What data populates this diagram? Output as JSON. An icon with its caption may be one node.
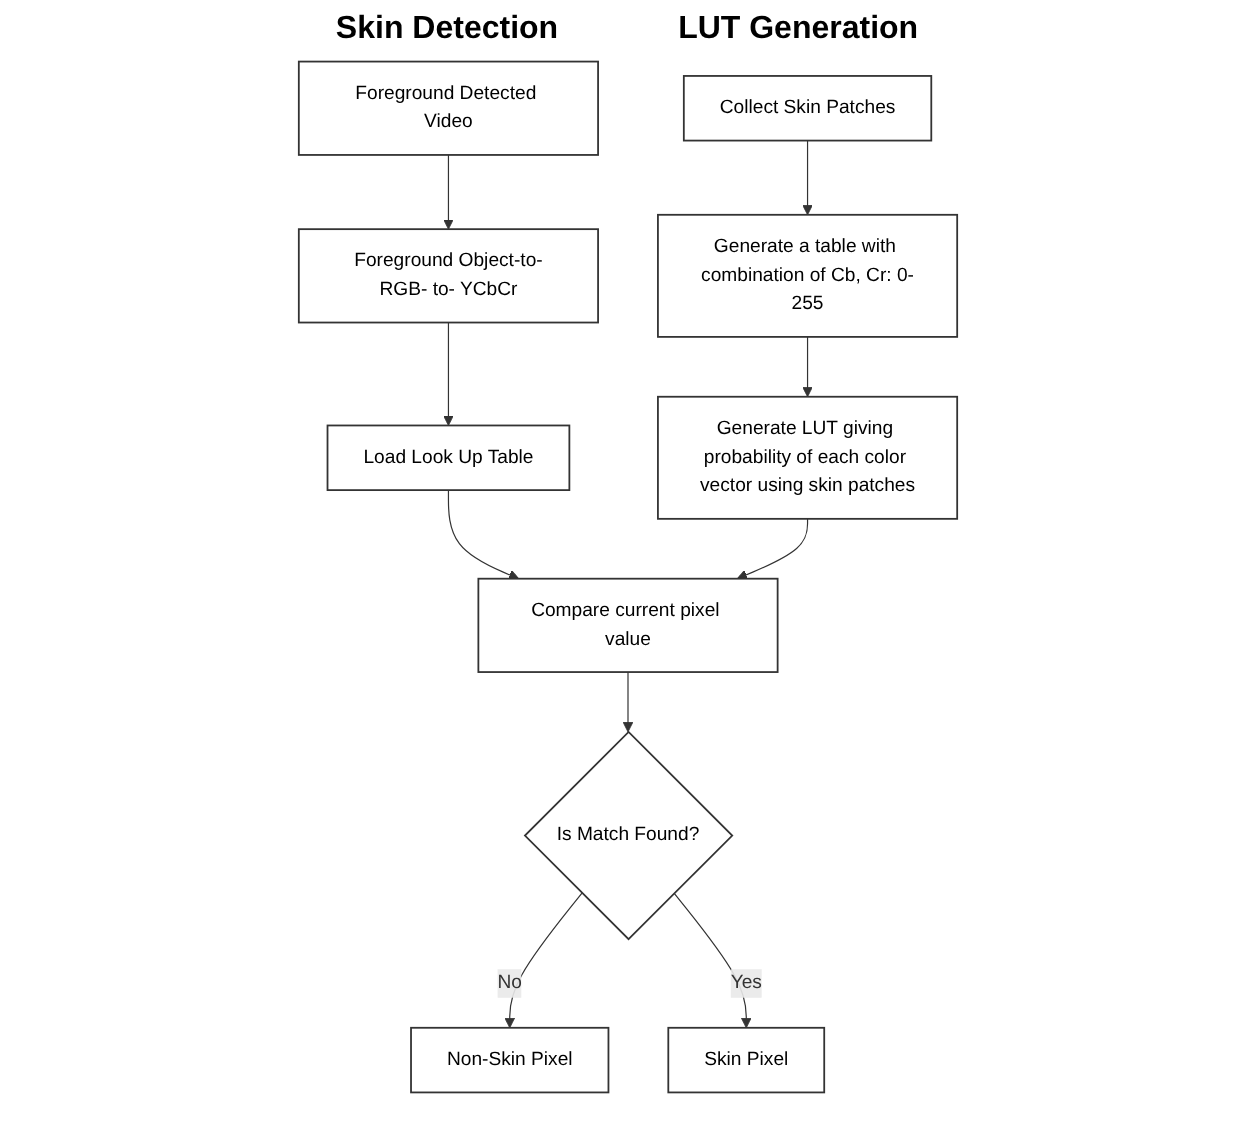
{
  "diagram": {
    "nodes": [
      {
        "text": [
          "Foreground Detected Video"
        ]
      },
      {
        "text": [
          "Foreground Object-to-RGB- to- YCbCr"
        ]
      },
      {
        "text": [
          "Load Look Up Table"
        ]
      },
      {
        "text": [
          "Compare current pixel value"
        ]
      },
      {
        "text": [
          "Is Match Found?"
        ]
      },
      {
        "text": [
          "Non-Skin Pixel"
        ]
      },
      {
        "text": [
          "Skin Pixel"
        ]
      },
      {
        "text": [
          "Collect Skin Patches"
        ]
      },
      {
        "text": [
          "Generate a table with combination of Cb, Cr: 0-255"
        ]
      },
      {
        "text": [
          "Generate LUT giving probability of each color vector using skin patches"
        ]
      }
    ],
    "edges": [
      {
        "from": 0,
        "to": 1,
        "arrow": "to"
      },
      {
        "from": 1,
        "to": 2,
        "arrow": "to"
      },
      {
        "from": 2,
        "to": 3,
        "arrow": "to"
      },
      {
        "from": 9,
        "to": 3,
        "arrow": "to"
      },
      {
        "from": 3,
        "to": 4,
        "arrow": "to"
      },
      {
        "from": 4,
        "to": 5,
        "label": "No",
        "arrow": "to"
      },
      {
        "from": 4,
        "to": 6,
        "label": "Yes",
        "arrow": "to"
      },
      {
        "from": 7,
        "to": 8,
        "arrow": "to"
      },
      {
        "from": 8,
        "to": 9,
        "arrow": "to"
      }
    ],
    "labels": [
      "Skin Detection",
      "LUT Generation"
    ]
  }
}
